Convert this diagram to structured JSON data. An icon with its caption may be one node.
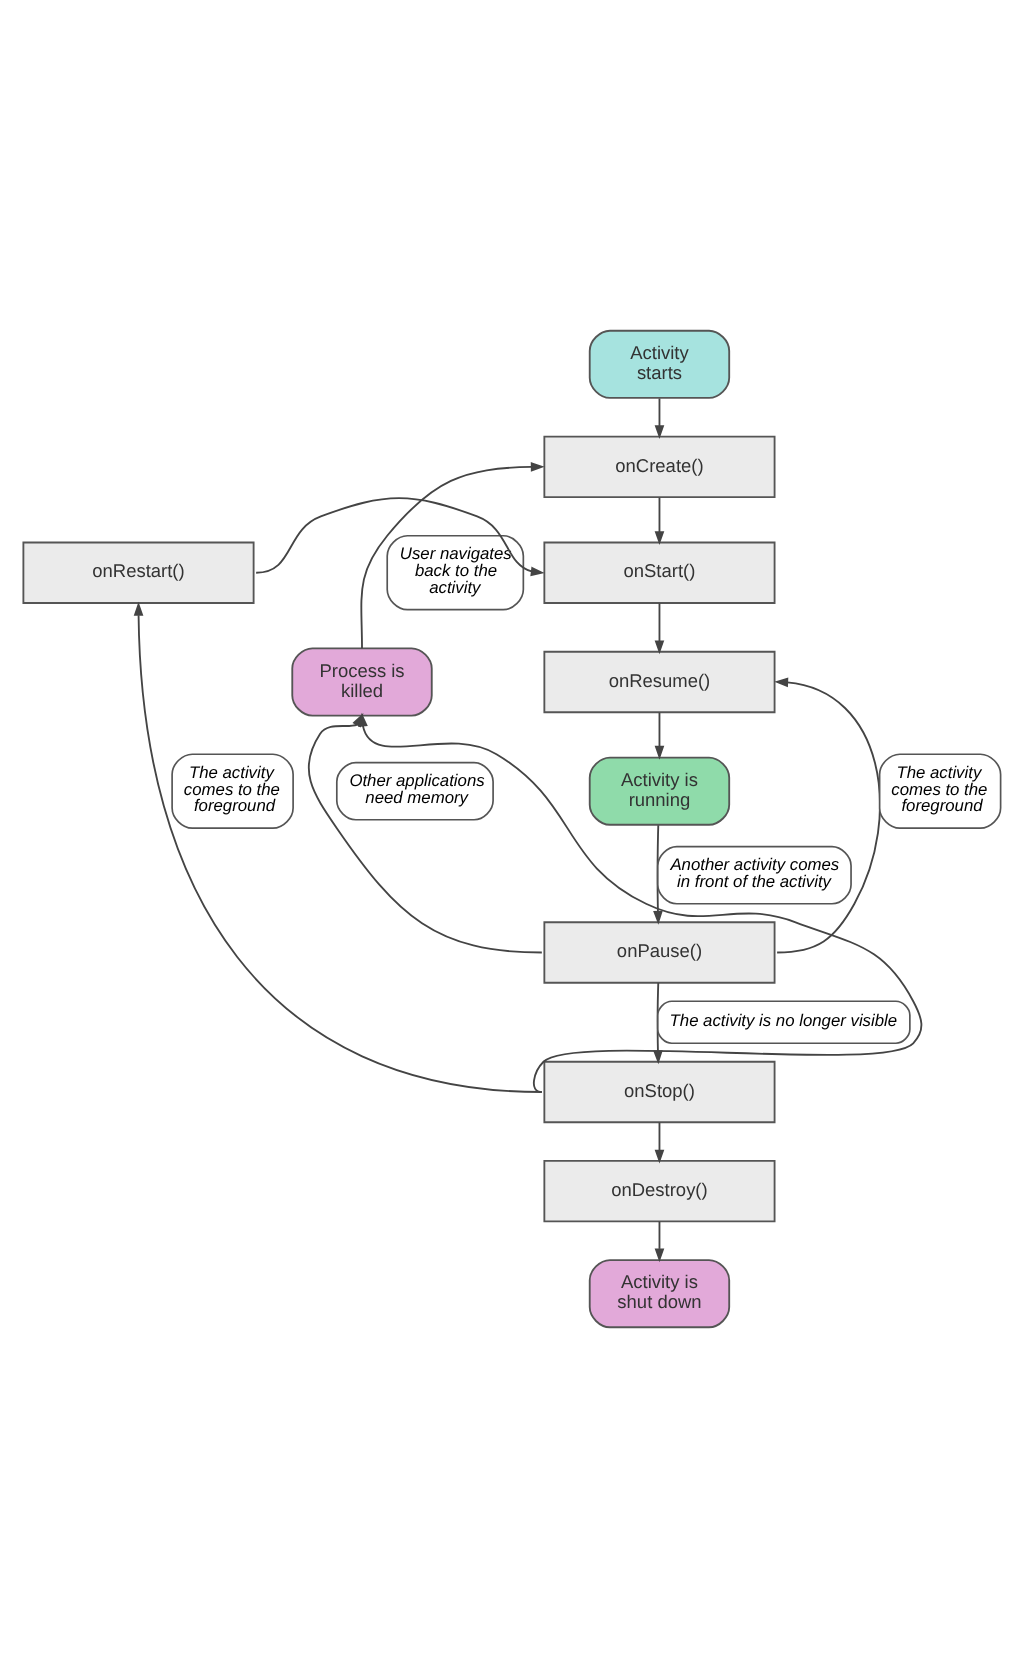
{
  "diagram": {
    "nodes": [
      {
        "text": [
          "Activity starts"
        ]
      },
      {
        "text": [
          "onCreate()"
        ]
      },
      {
        "text": [
          "onStart()"
        ]
      },
      {
        "text": [
          "onRestart()"
        ]
      },
      {
        "text": [
          "Process is killed"
        ]
      },
      {
        "text": [
          "onResume()"
        ]
      },
      {
        "text": [
          "Activity is running"
        ]
      },
      {
        "text": [
          "onPause()"
        ]
      },
      {
        "text": [
          "onStop()"
        ]
      },
      {
        "text": [
          "onDestroy()"
        ]
      },
      {
        "text": [
          "Activity is shut down"
        ]
      }
    ],
    "edges": [
      {
        "from": 0,
        "to": 1,
        "arrow": "to"
      },
      {
        "from": 4,
        "to": 1,
        "arrow": "to",
        "label": "User navigates back to the activity"
      },
      {
        "from": 1,
        "to": 2,
        "arrow": "to"
      },
      {
        "from": 3,
        "to": 2,
        "arrow": "to"
      },
      {
        "from": 2,
        "to": 5,
        "arrow": "to"
      },
      {
        "from": 5,
        "to": 6,
        "arrow": "to"
      },
      {
        "from": 6,
        "to": 7,
        "arrow": "to",
        "label": "Another activity comes in front of the activity"
      },
      {
        "from": 7,
        "to": 4,
        "arrow": "to",
        "label": "Other applications need memory"
      },
      {
        "from": 7,
        "to": 8,
        "arrow": "to",
        "label": "The activity is no longer visible"
      },
      {
        "from": 7,
        "to": 5,
        "arrow": "to",
        "label": "The activity comes to the foreground"
      },
      {
        "from": 8,
        "to": 4,
        "arrow": "to"
      },
      {
        "from": 8,
        "to": 9,
        "arrow": "to"
      },
      {
        "from": 8,
        "to": 3,
        "arrow": "to",
        "label": "The activity comes to the foreground"
      },
      {
        "from": 9,
        "to": 10,
        "arrow": "to"
      }
    ]
  }
}
